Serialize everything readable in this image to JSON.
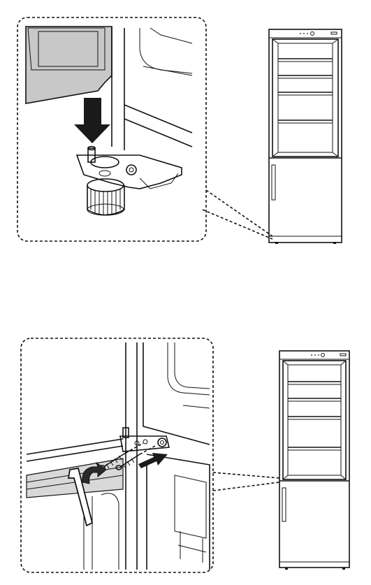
{
  "figures": [
    {
      "step": "top",
      "zoom_area": "adjustable-foot",
      "fridge_door": "open"
    },
    {
      "step": "bottom",
      "zoom_area": "middle-hinge",
      "fridge_door": "open"
    }
  ],
  "colors": {
    "line": "#111111",
    "door_gray": "#c8c8c8",
    "arrow": "#1a1a1a",
    "background": "#ffffff"
  },
  "icons": [
    "down-arrow-icon",
    "rotate-arrow-icon",
    "push-arrow-icon",
    "hex-key-icon"
  ]
}
